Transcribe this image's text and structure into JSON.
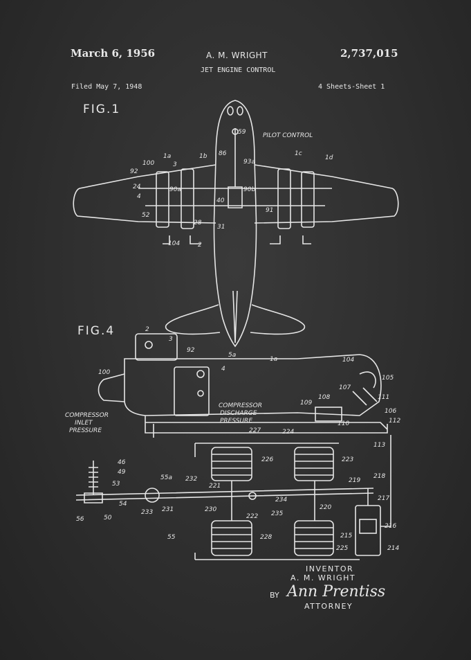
{
  "header": {
    "date": "March 6, 1956",
    "inventor": "A. M. WRIGHT",
    "patent_number": "2,737,015",
    "title": "JET ENGINE CONTROL",
    "filed": "Filed May 7, 1948",
    "sheets": "4 Sheets-Sheet 1"
  },
  "figures": {
    "fig1": {
      "label": "FIG.1",
      "annotation": "PILOT CONTROL",
      "refs": [
        "59",
        "86",
        "93a",
        "1a",
        "1b",
        "1c",
        "1d",
        "100",
        "92",
        "3",
        "24",
        "4",
        "52",
        "40",
        "31",
        "2",
        "104",
        "28",
        "90a",
        "90b",
        "91"
      ]
    },
    "fig4": {
      "label": "FIG.4",
      "annotations": {
        "compressor_discharge_1": "COMPRESSOR",
        "compressor_discharge_2": "DISCHARGE",
        "compressor_discharge_3": "PRESSURE",
        "compressor_inlet_1": "COMPRESSOR",
        "compressor_inlet_2": "INLET",
        "compressor_inlet_3": "PRESSURE"
      },
      "refs": [
        "2",
        "3",
        "92",
        "100",
        "5a",
        "1a",
        "4",
        "104",
        "105",
        "107",
        "109",
        "108",
        "111",
        "106",
        "112",
        "110",
        "113",
        "227",
        "224",
        "226",
        "223",
        "46",
        "49",
        "53",
        "55a",
        "232",
        "221",
        "54",
        "219",
        "218",
        "217",
        "56",
        "50",
        "233",
        "231",
        "230",
        "234",
        "235",
        "222",
        "220",
        "216",
        "215",
        "55",
        "228",
        "225",
        "214"
      ]
    }
  },
  "signature": {
    "inventor_label": "INVENTOR",
    "inventor_name": "A. M. WRIGHT",
    "by": "BY",
    "attorney_signature": "Ann Prentiss",
    "attorney_label": "ATTORNEY"
  }
}
